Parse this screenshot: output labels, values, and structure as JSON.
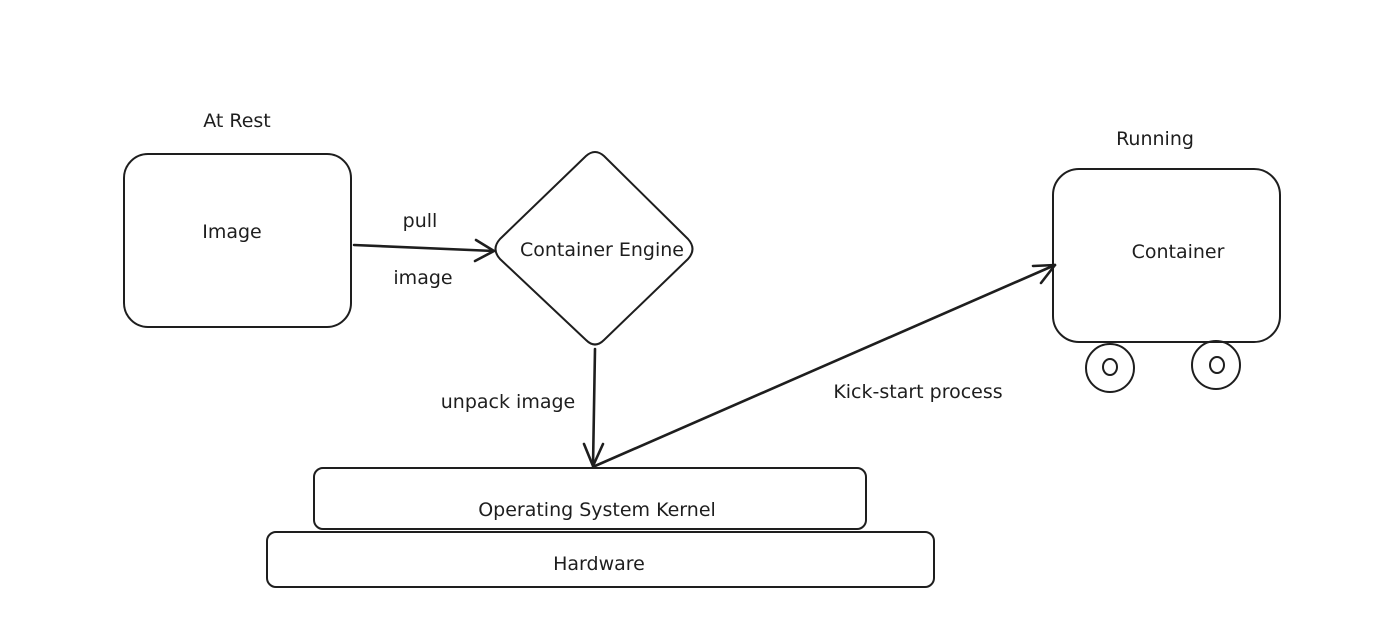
{
  "labels": {
    "at_rest": "At Rest",
    "image_box": "Image",
    "pull": "pull",
    "image_edge": "image",
    "container_engine": "Container Engine",
    "running": "Running",
    "container_box": "Container",
    "unpack_image": "unpack image",
    "kick_start": "Kick-start process",
    "kernel": "Operating System Kernel",
    "hardware": "Hardware"
  },
  "colors": {
    "stroke": "#1e1e1e",
    "background": "#ffffff"
  }
}
